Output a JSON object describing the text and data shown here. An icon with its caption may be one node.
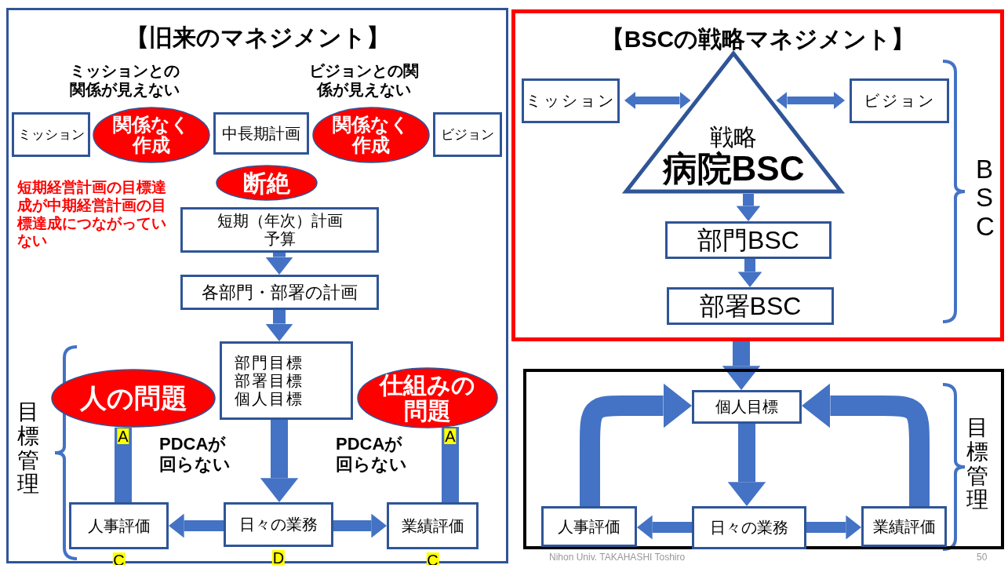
{
  "diagram": {
    "nodes": [
      {
        "text": [
          "【旧来のマネジメント】"
        ]
      },
      {
        "text": [
          "ミッション"
        ],
        "in": 0
      },
      {
        "text": [
          "中長期計画"
        ],
        "in": 0
      },
      {
        "text": [
          "ビジョン"
        ],
        "in": 0
      },
      {
        "text": [
          "関係なく作成"
        ],
        "in": 0
      },
      {
        "text": [
          "関係なく作成"
        ],
        "in": 0
      },
      {
        "text": [
          "断絶"
        ],
        "in": 0
      },
      {
        "text": [
          "短期（年次）計画",
          "予算"
        ],
        "in": 0
      },
      {
        "text": [
          "各部門・部署の計画"
        ],
        "in": 0
      },
      {
        "text": [
          "部門目標",
          "部署目標",
          "個人目標"
        ],
        "in": 0
      },
      {
        "text": [
          "人の問題"
        ],
        "in": 0
      },
      {
        "text": [
          "仕組みの問題"
        ],
        "in": 0
      },
      {
        "text": [
          "人事評価"
        ],
        "in": 0,
        "beside": [
          "C"
        ]
      },
      {
        "text": [
          "日々の業務"
        ],
        "in": 0,
        "beside": [
          "D"
        ]
      },
      {
        "text": [
          "業績評価"
        ],
        "in": 0,
        "beside": [
          "C"
        ]
      },
      {
        "text": [
          "【BSCの戦略マネジメント】"
        ]
      },
      {
        "text": [
          "ミッション"
        ],
        "in": 15
      },
      {
        "text": [
          "戦略",
          "病院BSC"
        ],
        "in": 15
      },
      {
        "text": [
          "ビジョン"
        ],
        "in": 15
      },
      {
        "text": [
          "部門BSC"
        ],
        "in": 15
      },
      {
        "text": [
          "部署BSC"
        ],
        "in": 15
      },
      {
        "text": [],
        "shape": "box"
      },
      {
        "text": [
          "個人目標"
        ],
        "in": 21
      },
      {
        "text": [
          "日々の業務"
        ],
        "in": 21
      },
      {
        "text": [
          "人事評価"
        ],
        "in": 21
      },
      {
        "text": [
          "業績評価"
        ],
        "in": 21
      }
    ],
    "edges": [
      {
        "from": 7,
        "to": 8,
        "arrow": "to"
      },
      {
        "from": 8,
        "to": 9,
        "arrow": "to"
      },
      {
        "from": 9,
        "to": 13,
        "arrow": "to"
      },
      {
        "from": 13,
        "to": 12,
        "arrow": "to"
      },
      {
        "from": 13,
        "to": 14,
        "arrow": "to"
      },
      {
        "from": 12,
        "to": 10,
        "arrow": "none",
        "label": "A"
      },
      {
        "from": 14,
        "to": 11,
        "arrow": "none",
        "label": "A"
      },
      {
        "from": 16,
        "to": 17,
        "arrow": "both"
      },
      {
        "from": 17,
        "to": 18,
        "arrow": "both"
      },
      {
        "from": 17,
        "to": 19,
        "arrow": "to"
      },
      {
        "from": 19,
        "to": 20,
        "arrow": "to"
      },
      {
        "from": 15,
        "to": 22,
        "arrow": "to"
      },
      {
        "from": 22,
        "to": 23,
        "arrow": "to"
      },
      {
        "from": 23,
        "to": 24,
        "arrow": "to"
      },
      {
        "from": 23,
        "to": 25,
        "arrow": "to"
      },
      {
        "from": 24,
        "to": 22,
        "arrow": "to"
      },
      {
        "from": 25,
        "to": 22,
        "arrow": "to"
      }
    ],
    "labels": [
      "ミッションとの関係が見えない",
      "ビジョンとの関係が見えない",
      "短期経営計画の目標達成が中期経営計画の目標達成につながっていない",
      "目標管理",
      "PDCAが回らない",
      "PDCAが回らない",
      "BSC",
      "目標管理",
      "Nihon Univ. TAKAHASHI Toshiro",
      "50"
    ]
  }
}
